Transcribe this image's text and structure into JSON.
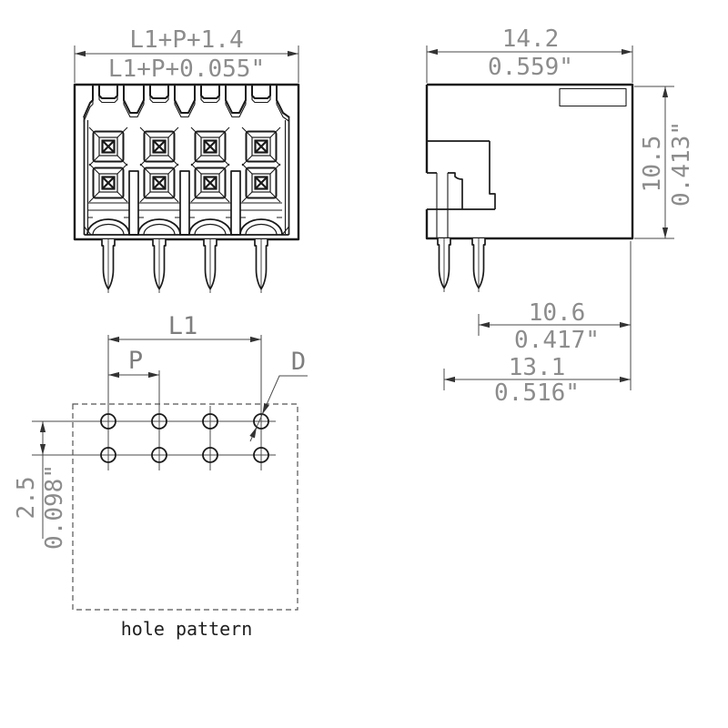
{
  "drawing": {
    "title": "connector technical drawing",
    "front_view": {
      "dim_mm": "L1+P+1.4",
      "dim_inch": "L1+P+0.055\"",
      "positions": 4,
      "rows": 2
    },
    "side_view": {
      "width_mm": "14.2",
      "width_inch": "0.559\"",
      "height_mm": "10.5",
      "height_inch": "0.413\"",
      "back_pin_mm": "10.6",
      "back_pin_inch": "0.417\"",
      "front_pin_mm": "13.1",
      "front_pin_inch": "0.516\""
    },
    "hole_pattern": {
      "length_label": "L1",
      "pitch_label": "P",
      "diameter_label": "D",
      "row_spacing_mm": "2.5",
      "row_spacing_inch": "0.098\"",
      "caption": "hole pattern"
    },
    "colors": {
      "line": "#1a1a1a",
      "dimension_line": "#4a4a4a",
      "dimension_text": "#8c8c8c",
      "caption_text": "#1f1f1f",
      "background": "#ffffff"
    }
  }
}
